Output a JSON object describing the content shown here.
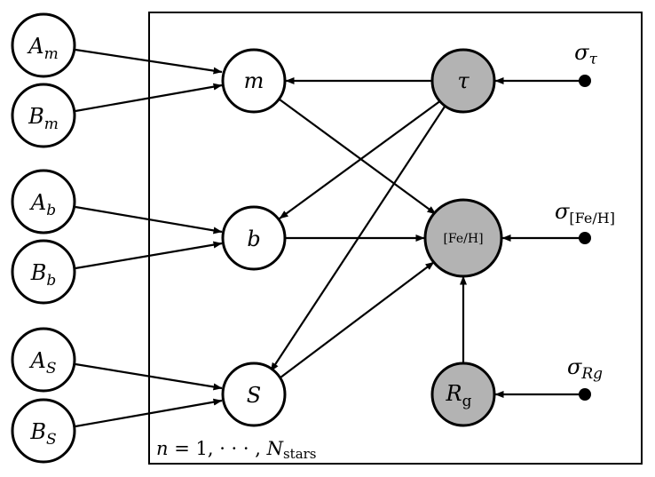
{
  "plate": {
    "label": {
      "n": "n",
      "rest": " = 1, · · · , ",
      "N": "N",
      "sub": "stars"
    }
  },
  "colors": {
    "observed_fill": "#b3b3b3",
    "latent_fill": "#ffffff",
    "stroke": "#000000"
  },
  "nodes": {
    "A_m": {
      "main": "A",
      "sub": "m"
    },
    "B_m": {
      "main": "B",
      "sub": "m"
    },
    "A_b": {
      "main": "A",
      "sub": "b"
    },
    "B_b": {
      "main": "B",
      "sub": "b"
    },
    "A_S": {
      "main": "A",
      "sub": "S"
    },
    "B_S": {
      "main": "B",
      "sub": "S"
    },
    "m": {
      "main": "m"
    },
    "b": {
      "main": "b"
    },
    "S": {
      "main": "S"
    },
    "tau": {
      "main": "τ",
      "observed": true
    },
    "feh": {
      "main": "[Fe/H]",
      "observed": true
    },
    "Rg": {
      "main": "R",
      "sub": "g",
      "observed": true
    }
  },
  "constants": {
    "sigma_tau": {
      "main": "σ",
      "sub": "τ"
    },
    "sigma_feh": {
      "main": "σ",
      "sub": "[Fe/H]"
    },
    "sigma_Rg": {
      "main": "σ",
      "sub": "Rg"
    }
  }
}
